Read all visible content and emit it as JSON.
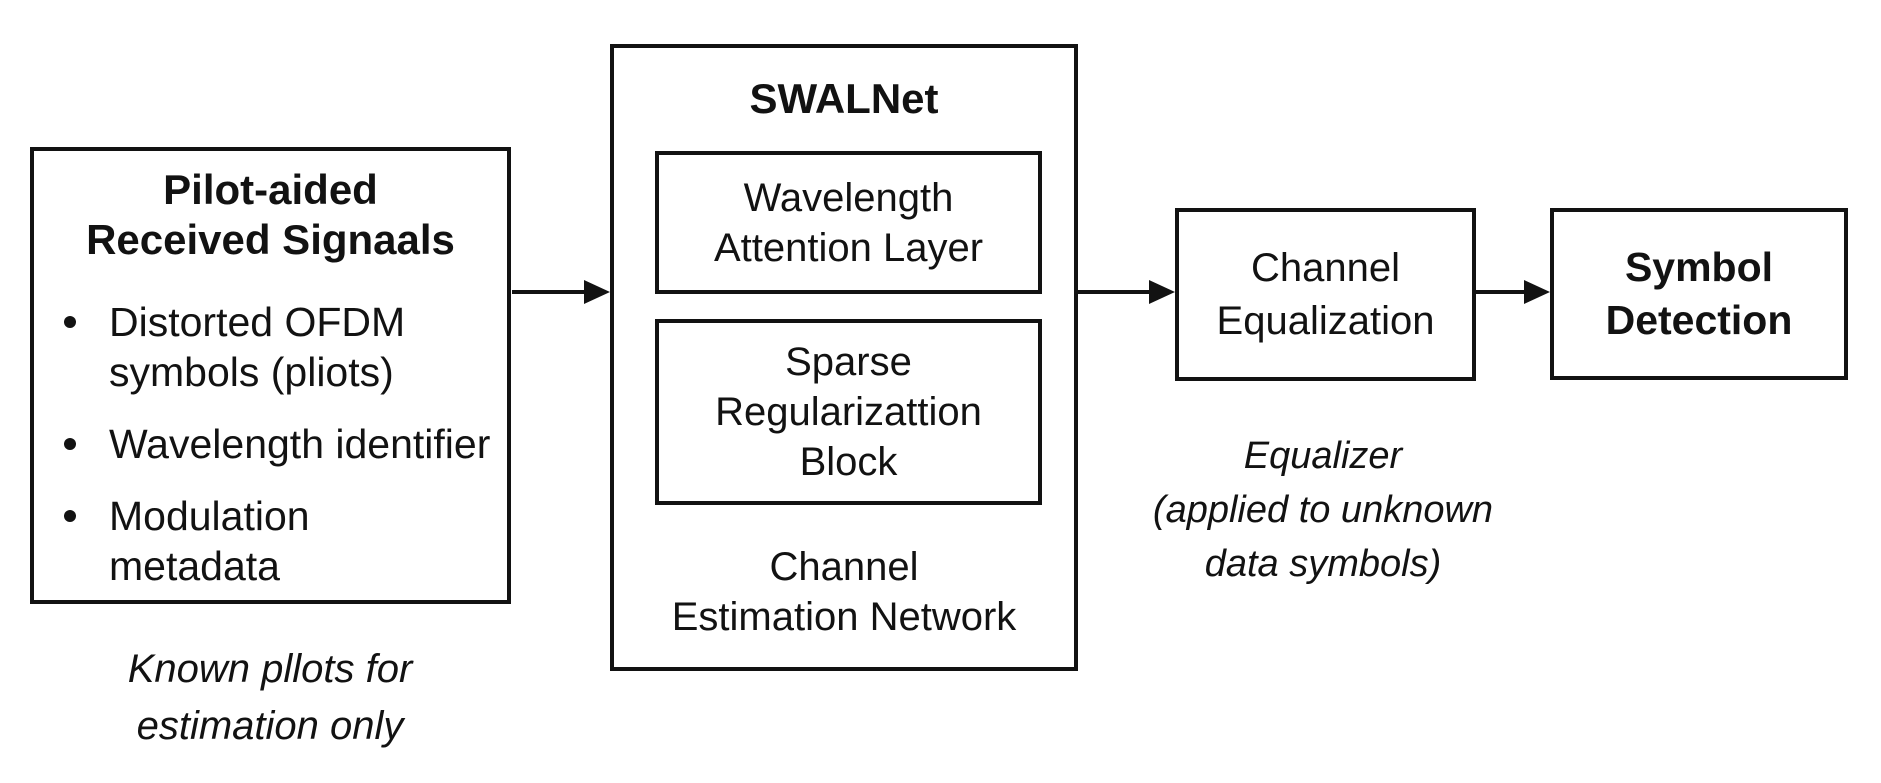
{
  "colors": {
    "ink": "#121212",
    "background": "#ffffff"
  },
  "icons": {
    "bullet_style": "filled-circle",
    "arrow_style": "filled-triangle-right"
  },
  "left_box": {
    "title_lines": [
      "Pilot-aided",
      "Received Signaals"
    ],
    "bullets": [
      {
        "lines": [
          "Distorted OFDM",
          "symbols (pliots)"
        ]
      },
      {
        "lines": [
          "Wavelength identifier"
        ]
      },
      {
        "lines": [
          "Modulation",
          "metadata"
        ]
      }
    ],
    "caption_lines": [
      "Known pllots for",
      "estimation only"
    ]
  },
  "swalnet": {
    "title": "SWALNet",
    "wavelength_attention_lines": [
      "Wavelength",
      "Attention Layer"
    ],
    "sparse_regularization_lines": [
      "Sparse",
      "Regularizattion",
      "Block"
    ],
    "channel_estimation_lines": [
      "Channel",
      "Estimation Network"
    ]
  },
  "channel_equalization": {
    "label_lines": [
      "Channel",
      "Equalization"
    ],
    "caption_lines": [
      "Equalizer",
      "(applied to unknown",
      "data symbols)"
    ]
  },
  "symbol_detection": {
    "label_lines": [
      "Symbol",
      "Detection"
    ]
  }
}
